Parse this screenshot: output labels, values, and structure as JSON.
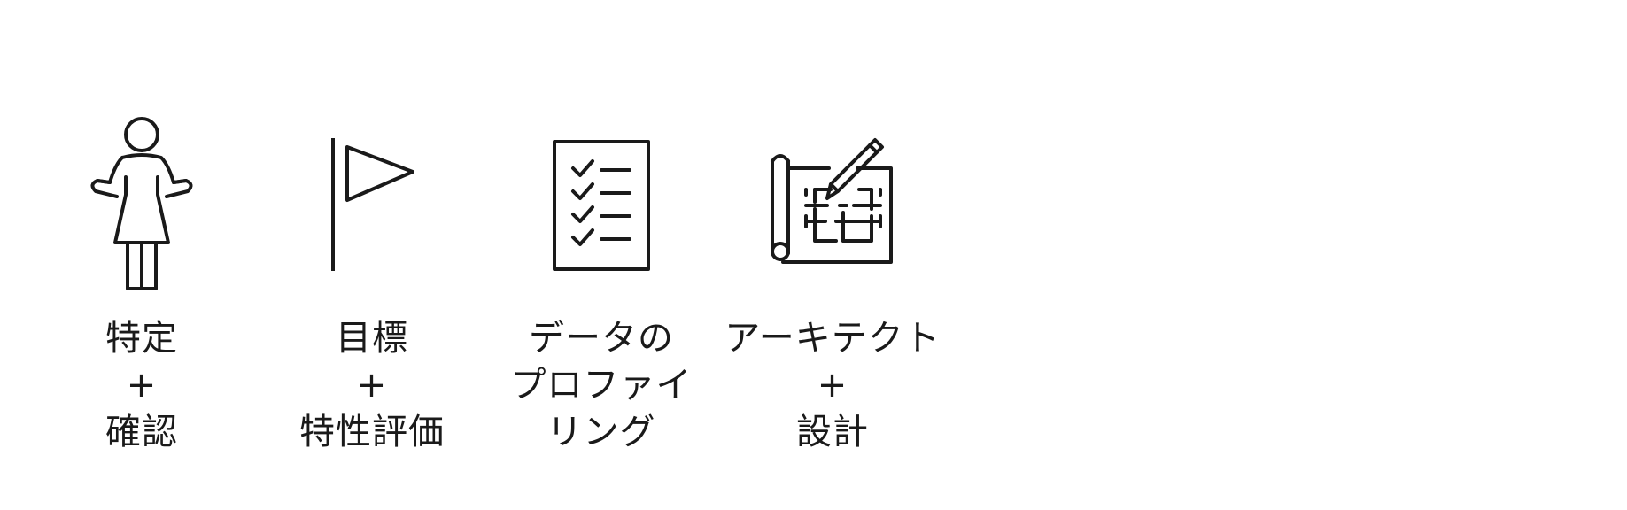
{
  "steps": [
    {
      "icon": "person-shrug-icon",
      "lines": [
        "特定",
        "+",
        "確認"
      ]
    },
    {
      "icon": "flag-icon",
      "lines": [
        "目標",
        "+",
        "特性評価"
      ]
    },
    {
      "icon": "checklist-icon",
      "lines": [
        "データの",
        "プロファイ",
        "リング"
      ]
    },
    {
      "icon": "blueprint-pencil-icon",
      "lines": [
        "アーキテクト",
        "+",
        "設計"
      ]
    }
  ],
  "colors": {
    "stroke": "#1a1a1a",
    "background": "#ffffff"
  }
}
